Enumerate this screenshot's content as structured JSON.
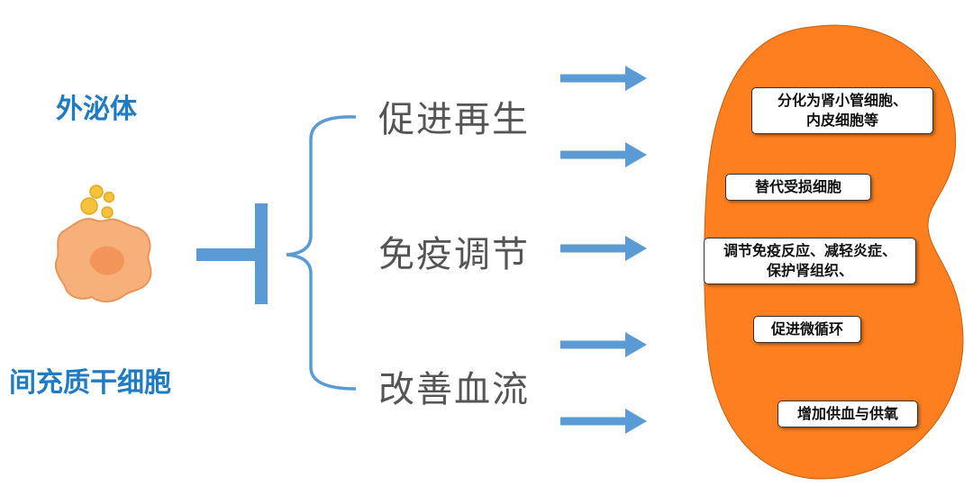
{
  "source": {
    "exosome_label": "外泌体",
    "cell_label": "间充质干细胞"
  },
  "mechanisms": [
    "促进再生",
    "免疫调节",
    "改善血流"
  ],
  "effects": [
    {
      "lines": [
        "分化为肾小管细胞、",
        "内皮细胞等"
      ]
    },
    {
      "lines": [
        "替代受损细胞"
      ]
    },
    {
      "lines": [
        "调节免疫反应、减轻炎症、",
        "保护肾组织、"
      ]
    },
    {
      "lines": [
        "促进微循环"
      ]
    },
    {
      "lines": [
        "增加供血与供氧"
      ]
    }
  ],
  "colors": {
    "label_blue": "#1f7bc4",
    "connector_blue": "#5b9bd5",
    "kidney_orange": "#fd7f1f",
    "cell_orange": "#f8b07a",
    "exosome_yellow": "#f5c33b"
  },
  "icons": [
    "stem-cell-icon",
    "exosome-vesicle-icon",
    "kidney-shape",
    "arrow-icon"
  ]
}
